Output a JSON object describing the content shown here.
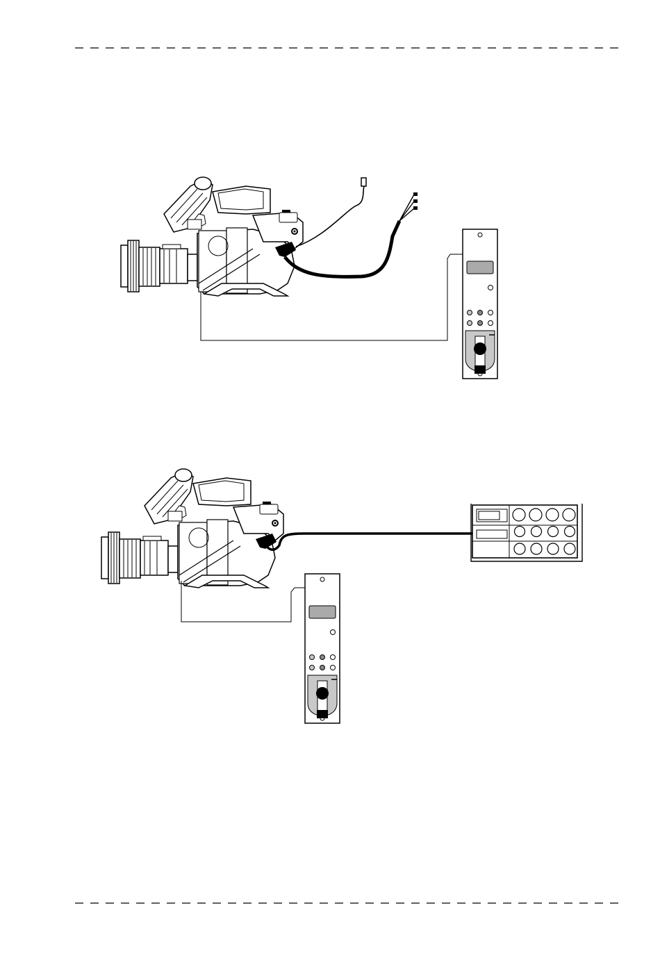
{
  "document": {
    "figures": [
      {
        "id": "fig-1",
        "components": [
          "camera",
          "remote-control-panel",
          "breakout-cable"
        ]
      },
      {
        "id": "fig-2",
        "components": [
          "camera",
          "remote-control-panel",
          "base-station"
        ]
      }
    ]
  },
  "colors": {
    "ink": "#000000",
    "panel_gray": "#aaaaaa",
    "knob_gray": "#c8c8c8",
    "paper": "#ffffff"
  }
}
